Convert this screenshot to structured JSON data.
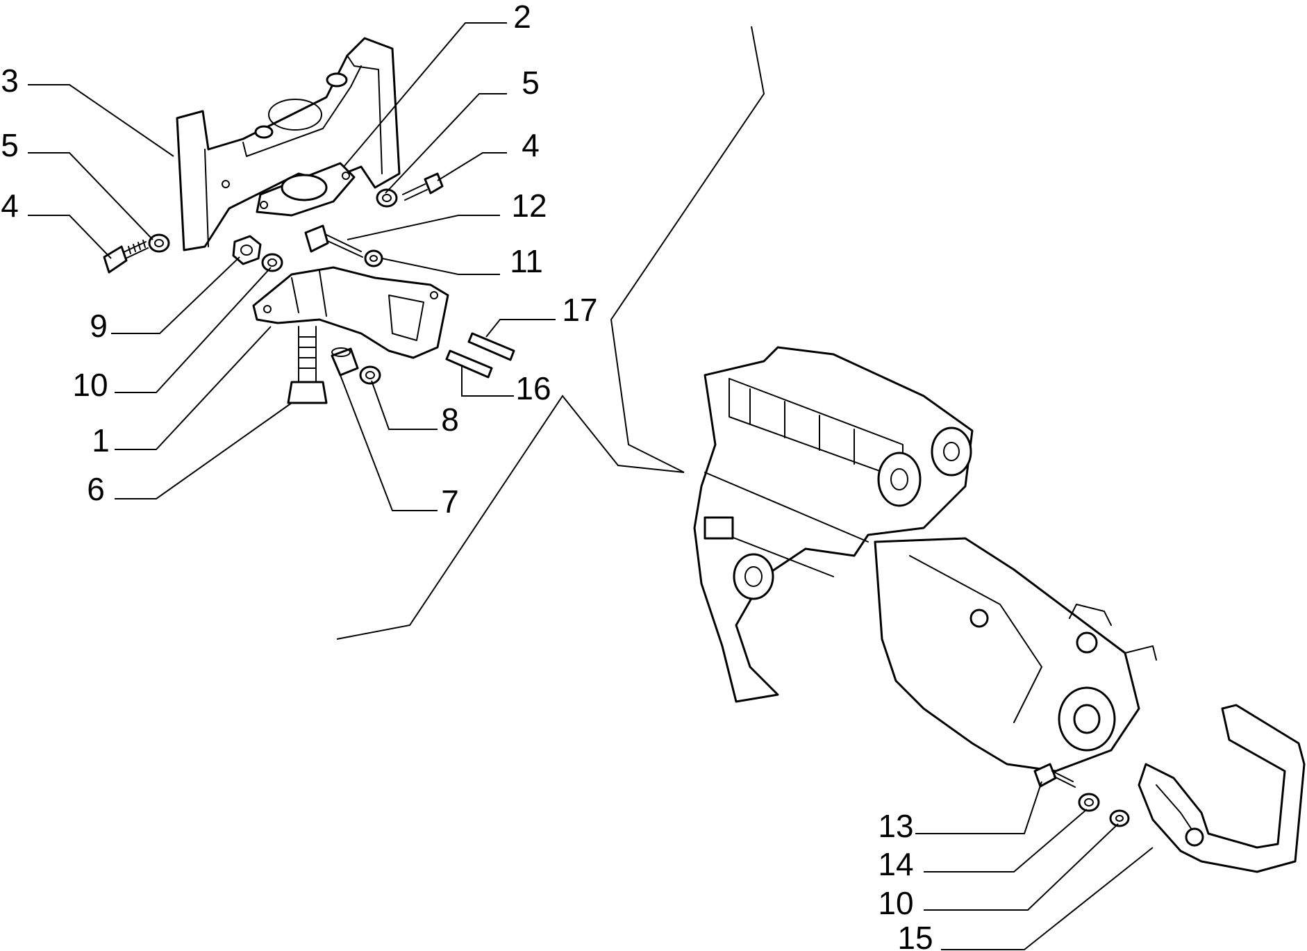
{
  "diagram": {
    "callouts": [
      {
        "id": "c-2-top",
        "label": "2"
      },
      {
        "id": "c-3",
        "label": "3"
      },
      {
        "id": "c-5-left",
        "label": "5"
      },
      {
        "id": "c-5-right",
        "label": "5"
      },
      {
        "id": "c-4-left",
        "label": "4"
      },
      {
        "id": "c-4-right",
        "label": "4"
      },
      {
        "id": "c-12",
        "label": "12"
      },
      {
        "id": "c-11",
        "label": "11"
      },
      {
        "id": "c-9",
        "label": "9"
      },
      {
        "id": "c-17",
        "label": "17"
      },
      {
        "id": "c-10-left",
        "label": "10"
      },
      {
        "id": "c-16",
        "label": "16"
      },
      {
        "id": "c-1",
        "label": "1"
      },
      {
        "id": "c-8",
        "label": "8"
      },
      {
        "id": "c-6",
        "label": "6"
      },
      {
        "id": "c-7",
        "label": "7"
      },
      {
        "id": "c-13",
        "label": "13"
      },
      {
        "id": "c-14",
        "label": "14"
      },
      {
        "id": "c-10-right",
        "label": "10"
      },
      {
        "id": "c-15",
        "label": "15"
      }
    ]
  }
}
